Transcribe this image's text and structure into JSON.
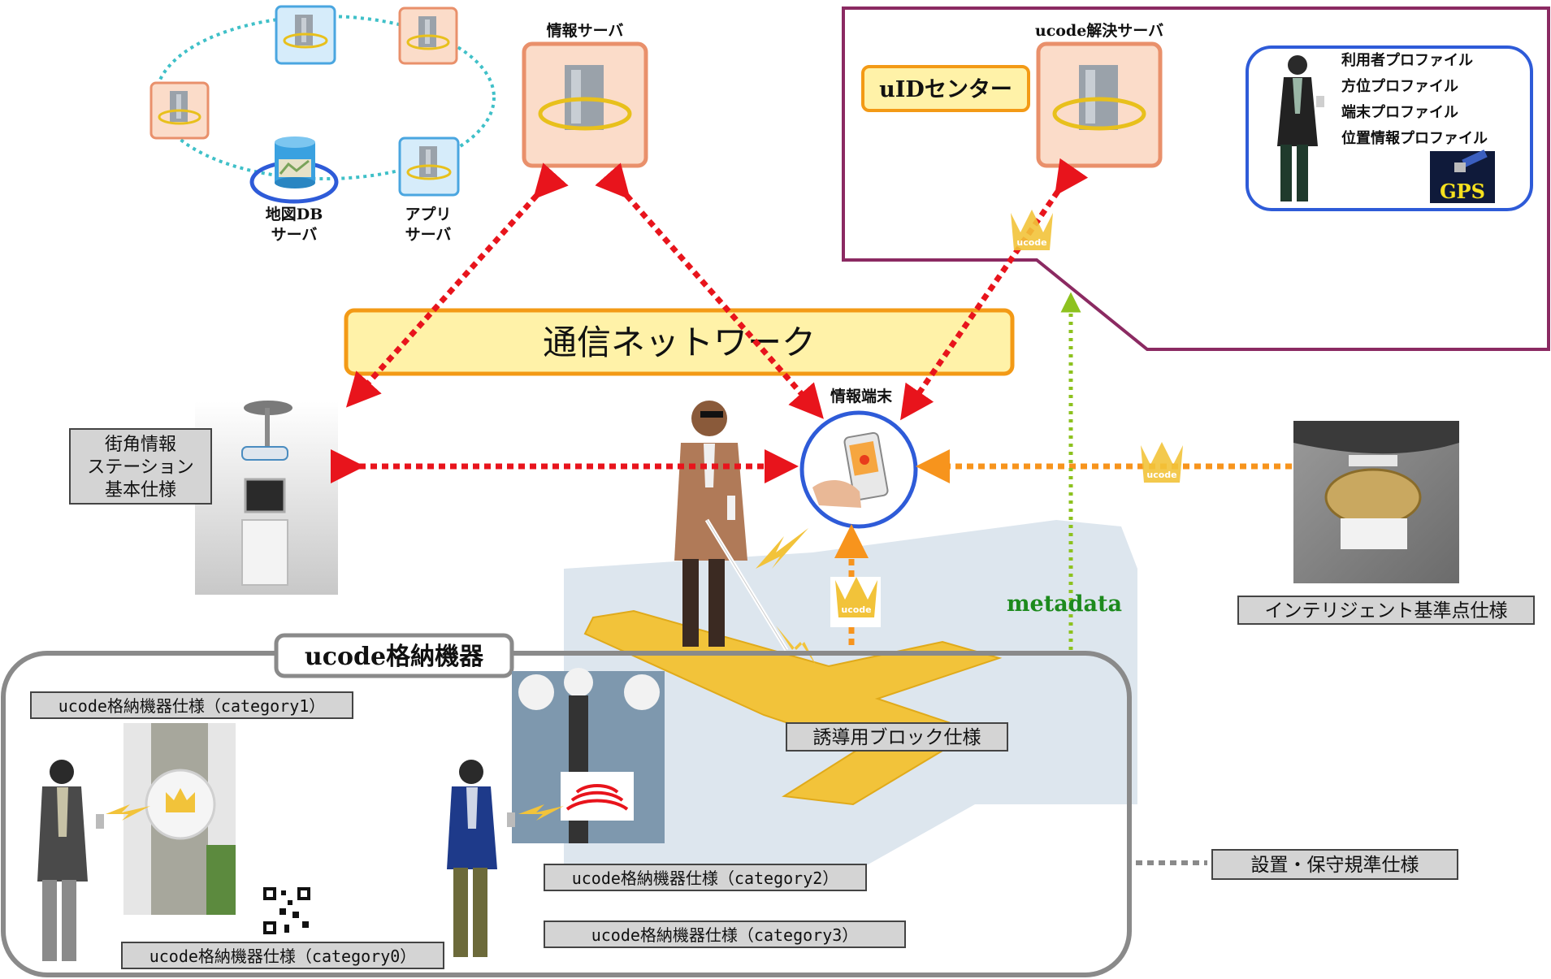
{
  "servers": {
    "info_server_label": "情報サーバ",
    "map_db_server_label": [
      "地図DB",
      "サーバ"
    ],
    "app_server_label": [
      "アプリ",
      "サーバ"
    ]
  },
  "uid_panel": {
    "resolver_label": "ucode解決サーバ",
    "uid_center_label": "uIDセンター",
    "profiles": [
      "利用者プロファイル",
      "方位プロファイル",
      "端末プロファイル",
      "位置情報プロファイル"
    ],
    "gps_label": "GPS"
  },
  "network_label": "通信ネットワーク",
  "terminal_label": "情報端末",
  "street_station_label": [
    "街角情報",
    "ステーション",
    "基本仕様"
  ],
  "intelligent_marker_label": "インテリジェント基準点仕様",
  "metadata_label": "metadata",
  "guide_block_label": "誘導用ブロック仕様",
  "ucode_storage": {
    "title": "ucode格納機器",
    "spec_cat1": "ucode格納機器仕様（category1）",
    "spec_cat2": "ucode格納機器仕様（category2）",
    "spec_cat3": "ucode格納機器仕様（category3）",
    "spec_cat0": "ucode格納機器仕様（category0）"
  },
  "install_maintenance_label": "設置・保守規準仕様",
  "ucode_badge_text": "ucode",
  "colors": {
    "red_arrow": "#e8141c",
    "orange_arrow": "#f7941d",
    "green_arrow": "#8dc21f",
    "purple_frame": "#8b2a62",
    "blue_ring": "#2e5bd8",
    "network_fill": "#fff2a8",
    "network_stroke": "#f39a16",
    "server_box_fill": "#fbdcc9",
    "server_box_stroke": "#e9906b",
    "server_box_blue_fill": "#d6ecfa",
    "server_box_blue_stroke": "#4aa6e0",
    "label_box_fill": "#d4d4d4",
    "ucode_yellow": "#f2c33a",
    "metadata_green": "#1d8a1d"
  }
}
